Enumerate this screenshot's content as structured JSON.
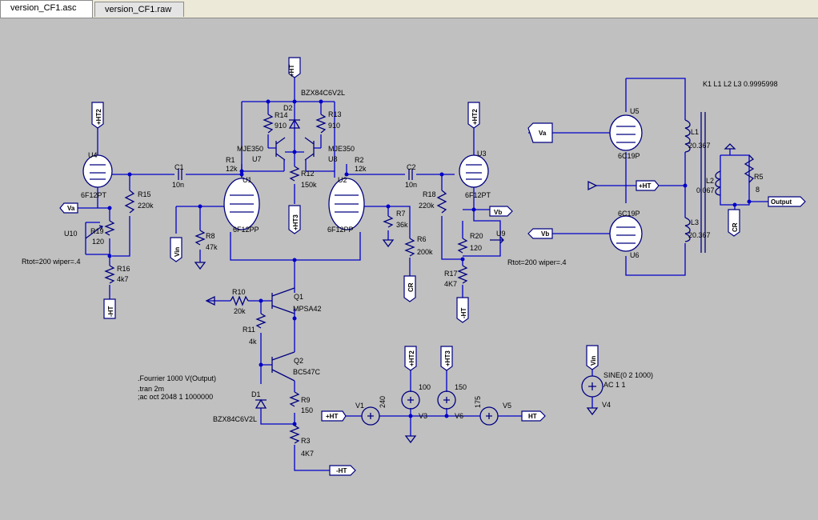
{
  "tabs": [
    {
      "label": "version_CF1.asc",
      "active": true
    },
    {
      "label": "version_CF1.raw",
      "active": false
    }
  ],
  "labels": {
    "ht_top": "+HT",
    "bzx_top": "BZX84C6V2L",
    "d2": "D2",
    "r14": "R14",
    "r14v": "910",
    "r13": "R13",
    "r13v": "910",
    "mje_l": "MJE350",
    "mje_r": "MJE350",
    "u7": "U7",
    "u8": "U8",
    "r1": "R1",
    "r1v": "12k",
    "r2": "R2",
    "r2v": "12k",
    "r12": "R12",
    "r12v": "150k",
    "u1": "U1",
    "u2": "U2",
    "u1t": "6F12PP",
    "u2t": "6F12PP",
    "ht3": "+HT3",
    "c1": "C1",
    "c1v": "10n",
    "c2": "C2",
    "c2v": "10n",
    "ht2_l": "+HT2",
    "u4": "U4",
    "u4t": "6F12PT",
    "r15": "R15",
    "r15v": "220k",
    "va_l": "Va",
    "r19": "R19",
    "r19v": "120",
    "u10": "U10",
    "rtot_l": "Rtot=200 wiper=.4",
    "r16": "R16",
    "r16v": "4k7",
    "mht_l": "-HT",
    "vin_l": "Vin",
    "r8": "R8",
    "r8v": "47k",
    "r7": "R7",
    "r7v": "36k",
    "r6": "R6",
    "r6v": "200k",
    "cr_m": "CR",
    "ht2_r": "+HT2",
    "u3": "U3",
    "u3t": "6F12PT",
    "r18": "R18",
    "r18v": "220k",
    "vb_r": "Vb",
    "r20": "R20",
    "r20v": "120",
    "u9": "U9",
    "rtot_r": "Rtot=200 wiper=.4",
    "r17": "R17",
    "r17v": "4K7",
    "mht_r": "-HT",
    "r10": "R10",
    "r10v": "20k",
    "q1": "Q1",
    "q1t": "MPSA42",
    "r11": "R11",
    "r11v": "4k",
    "q2": "Q2",
    "q2t": "BC547C",
    "d1": "D1",
    "d1t": "BZX84C6V2L",
    "r9": "R9",
    "r9v": "150",
    "r3": "R3",
    "r3v": "4K7",
    "mht_b": "-HT",
    "dir1": ".Fourrier 1000 V(Output)",
    "dir2": ".tran 2m",
    "dir3": ";ac oct 2048 1 1000000",
    "v1": "V1",
    "v1v": "240",
    "ht_v1": "+HT",
    "v3": "V3",
    "v3v": "100",
    "ht2_v": "+HT2",
    "v6": "V6",
    "v6v": "150",
    "ht3_v": "+HT3",
    "v5": "V5",
    "v5v": "175",
    "ht_v5": "HT",
    "vin_v": "Vin",
    "v4": "V4",
    "v4s1": "SINE(0 2 1000)",
    "v4s2": "AC 1 1",
    "k": "K1 L1 L2 L3 0.9995998",
    "u5": "U5",
    "u5t": "6C19P",
    "u6": "U6",
    "u6t": "6C19P",
    "va_o": "Va",
    "vb_o": "Vb",
    "ht_o": "+HT",
    "l1": "L1",
    "l1v": "20.367",
    "l2": "L2",
    "l2v": "0.067",
    "l3": "L3",
    "l3v": "20.367",
    "r5": "R5",
    "r5v": "8",
    "out": "Output",
    "cr_o": "CR"
  }
}
